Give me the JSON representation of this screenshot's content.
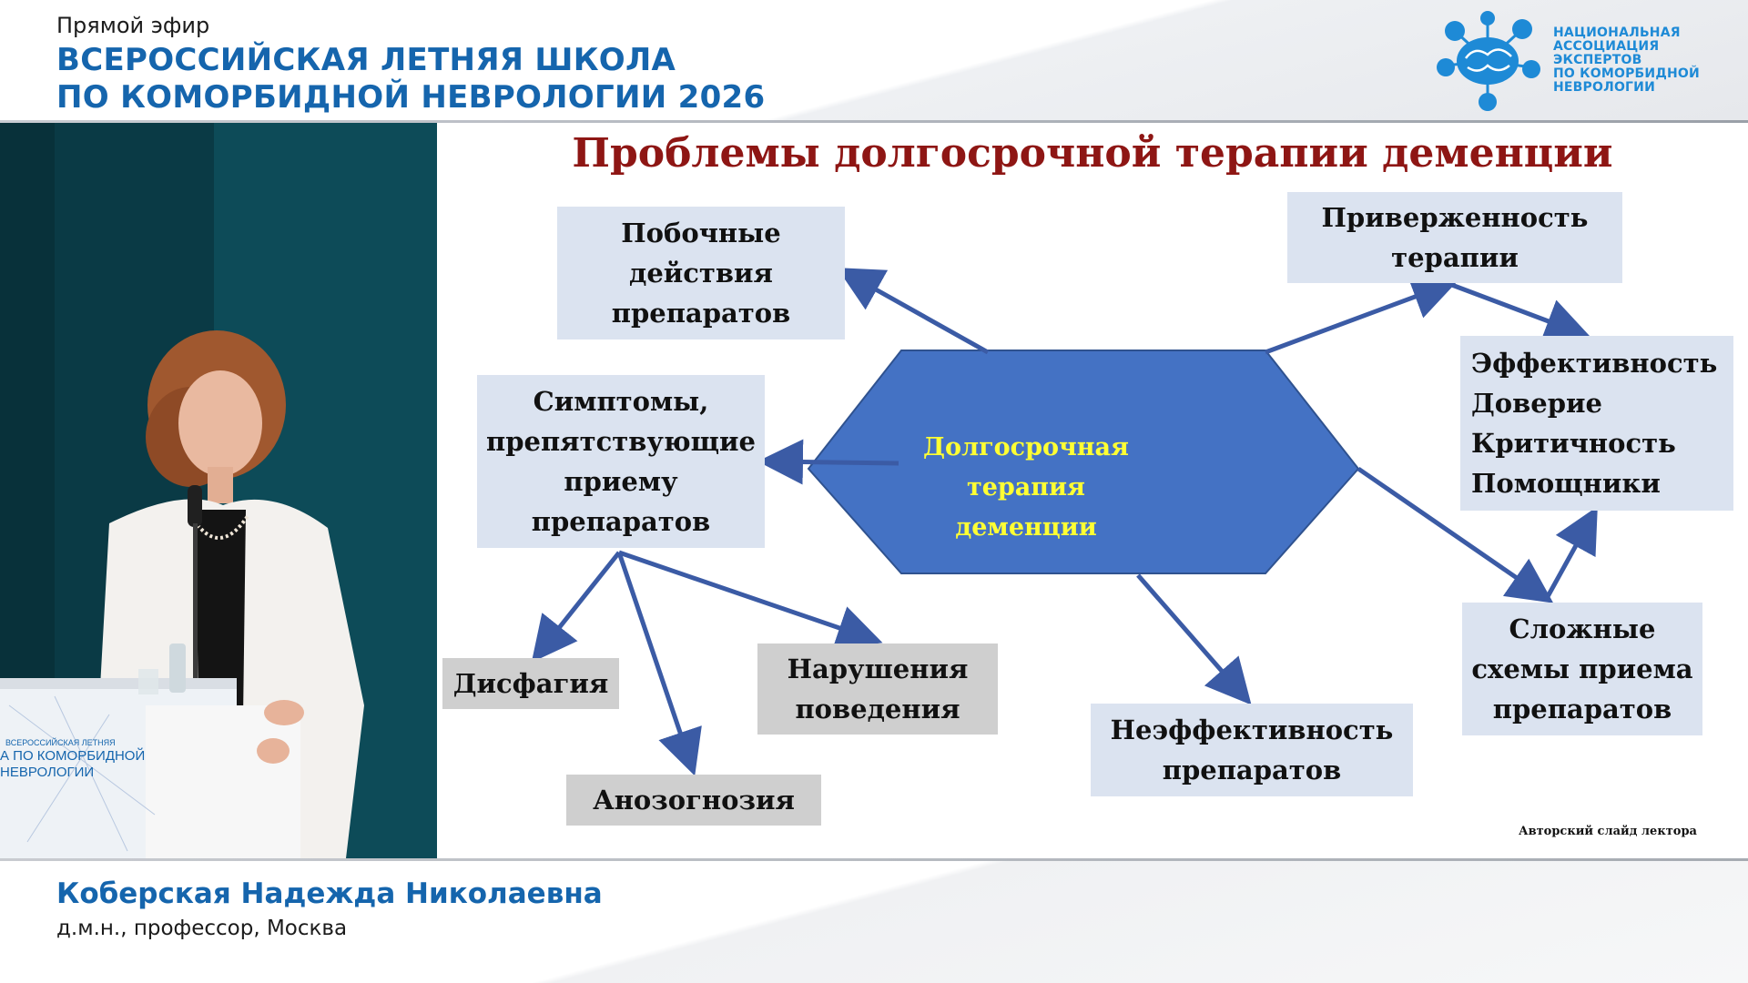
{
  "header": {
    "live_label": "Прямой эфир",
    "title_line1": "ВСЕРОССИЙСКАЯ ЛЕТНЯЯ ШКОЛА",
    "title_line2": "ПО КОМОРБИДНОЙ НЕВРОЛОГИИ 2026"
  },
  "logo": {
    "line1": "НАЦИОНАЛЬНАЯ",
    "line2": "АССОЦИАЦИЯ",
    "line3": "ЭКСПЕРТОВ",
    "line4": "ПО КОМОРБИДНОЙ",
    "line5": "НЕВРОЛОГИИ",
    "icon": "brain-network-icon",
    "color": "#1e8ad6"
  },
  "video": {
    "podium_text_line1": "ВСЕРОССИЙСКАЯ ЛЕТНЯЯ",
    "podium_text_line2": "А ПО КОМОРБИДНОЙ",
    "podium_text_line3": "НЕВРОЛОГИИ"
  },
  "slide": {
    "title": "Проблемы долгосрочной терапии деменции",
    "center": "Долгосрочная терапия\nдеменции",
    "boxes": {
      "side_effects": "Побочные\nдействия\nпрепаратов",
      "adherence": "Приверженность\nтерапии",
      "factors": "Эффективность\nДоверие\nКритичность\nПомощники",
      "symptoms": "Симптомы,\nпрепятствующие\nприему\nпрепаратов",
      "dysphagia": "Дисфагия",
      "behavior": "Нарушения\nповедения",
      "anosognosia": "Анозогнозия",
      "inefficiency": "Неэффективность\nпрепаратов",
      "complex": "Сложные\nсхемы приема\nпрепаратов"
    },
    "author_note": "Авторский слайд лектора",
    "colors": {
      "title": "#8e1614",
      "hexagon": "#4472c4",
      "center_text": "#ffff33",
      "arrow": "#3b5ba5",
      "box_blue": "#dbe3f0",
      "box_gray": "#cfcfcf"
    }
  },
  "lower_third": {
    "name": "Коберская Надежда Николаевна",
    "info": "д.м.н., профессор, Москва"
  }
}
